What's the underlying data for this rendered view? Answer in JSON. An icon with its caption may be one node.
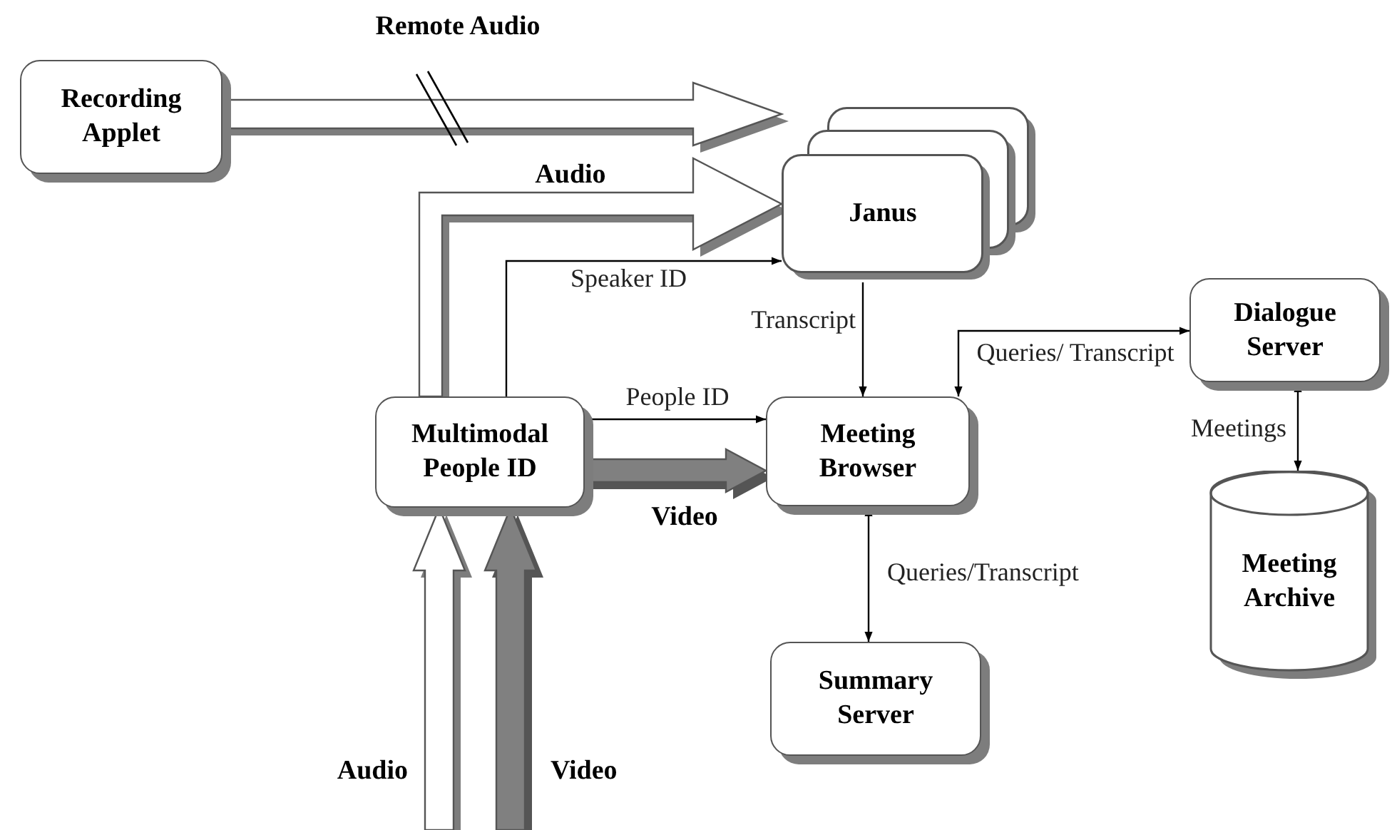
{
  "diagram": {
    "nodes": [
      {
        "text": [
          "Recording Applet"
        ]
      },
      {
        "text": [
          "Janus"
        ]
      },
      {
        "text": [
          "Dialogue Server"
        ]
      },
      {
        "text": [
          "Multimodal People ID"
        ]
      },
      {
        "text": [
          "Meeting Browser"
        ]
      },
      {
        "text": [
          "Meeting Archive"
        ]
      },
      {
        "text": [
          "Summary Server"
        ]
      }
    ],
    "edges": [
      {
        "from": 0,
        "to": 1,
        "arrow": "to",
        "label": "Remote Audio",
        "style": "thick"
      },
      {
        "from": 3,
        "to": 1,
        "arrow": "to",
        "label": "Audio",
        "style": "thick"
      },
      {
        "from": 3,
        "to": 1,
        "arrow": "to",
        "label": "Speaker ID"
      },
      {
        "from": 1,
        "to": 4,
        "arrow": "to",
        "label": "Transcript"
      },
      {
        "from": 4,
        "to": 2,
        "arrow": "both",
        "label": "Queries/ Transcript"
      },
      {
        "from": 3,
        "to": 4,
        "arrow": "to",
        "label": "People ID"
      },
      {
        "from": 3,
        "to": 4,
        "arrow": "to",
        "label": "Video",
        "style": "thick",
        "color": "#808080"
      },
      {
        "from": 4,
        "to": 6,
        "arrow": "both",
        "label": "Queries/Transcript"
      },
      {
        "from": 2,
        "to": 5,
        "arrow": "both",
        "label": "Meetings"
      },
      {
        "from": null,
        "to": 3,
        "arrow": "to",
        "label": "Audio",
        "style": "thick"
      },
      {
        "from": null,
        "to": 3,
        "arrow": "to",
        "label": "Video",
        "style": "thick",
        "color": "#808080"
      }
    ]
  }
}
